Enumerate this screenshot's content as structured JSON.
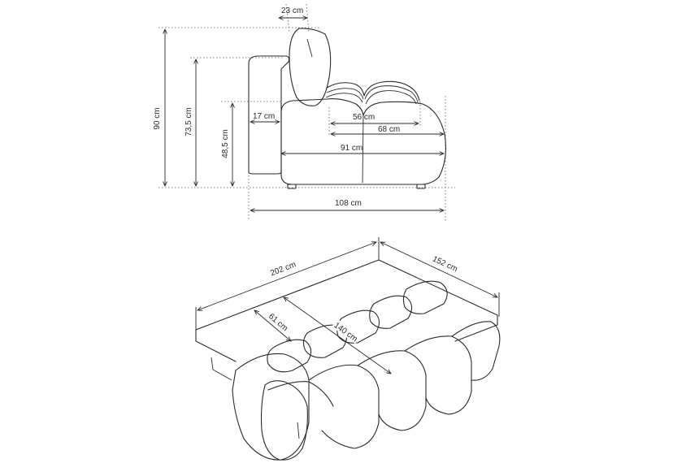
{
  "side_view": {
    "dimensions": {
      "headrest_depth": "23 cm",
      "total_height": "90 cm",
      "armrest_height": "73,5 cm",
      "seat_height": "48,5 cm",
      "back_thickness": "17 cm",
      "seat_depth_inner": "56 cm",
      "seat_depth": "68 cm",
      "seat_depth_total": "91 cm",
      "total_depth": "108 cm"
    }
  },
  "bed_view": {
    "dimensions": {
      "total_width": "202 cm",
      "bed_depth": "152 cm",
      "sleeping_width": "140 cm",
      "cushion_depth": "61 cm"
    }
  },
  "colors": {
    "line": "#2a2a2a",
    "background": "#ffffff"
  }
}
